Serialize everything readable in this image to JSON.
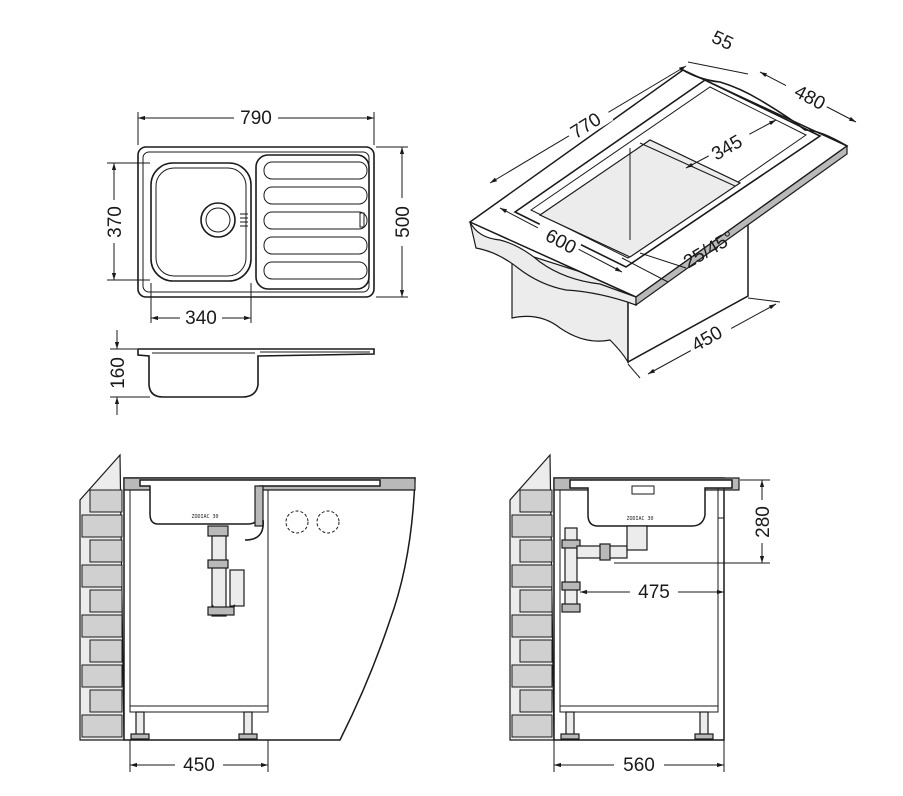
{
  "top_view": {
    "overall_width": "790",
    "bowl_height": "370",
    "overall_depth": "500",
    "bowl_width": "340"
  },
  "side_view": {
    "bowl_depth": "160"
  },
  "isometric_view": {
    "inset_55": "55",
    "depth_480": "480",
    "length_770": "770",
    "cutout_345": "345",
    "width_600": "600",
    "angle_label": "25/45°",
    "cabinet_450": "450"
  },
  "front_install": {
    "cabinet_width": "450"
  },
  "side_install": {
    "drain_height": "280",
    "drain_offset": "475",
    "cabinet_depth": "560"
  },
  "colors": {
    "line": "#1a1a1a",
    "background": "#ffffff",
    "fill": "#b9b9b9"
  }
}
